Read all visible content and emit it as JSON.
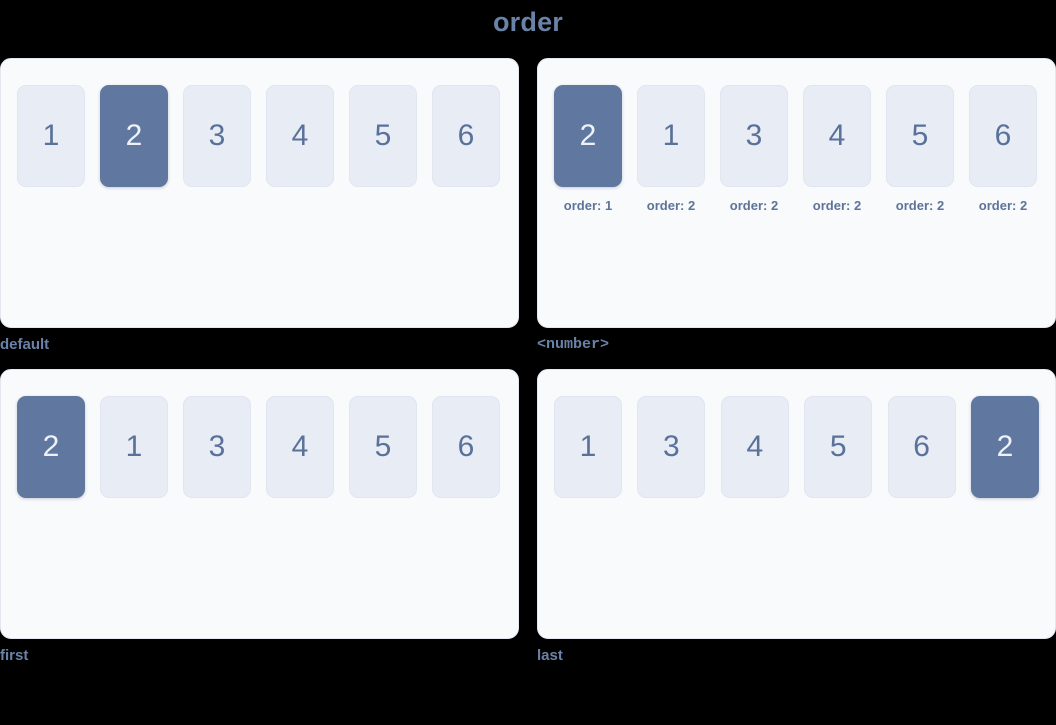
{
  "title": "order",
  "theme": {
    "page_background": "#000000",
    "panel_background": "#f9fafc",
    "item_background": "#e7ecf5",
    "item_text": "#5a7199",
    "highlight_background": "#60789f",
    "highlight_text": "#eef2f8",
    "caption_color": "#6a82a8",
    "order_label_color": "#5d7499"
  },
  "panels": [
    {
      "caption": "default",
      "caption_style": "text",
      "items": [
        {
          "label": "1",
          "highlight": false,
          "order_label": null
        },
        {
          "label": "2",
          "highlight": true,
          "order_label": null
        },
        {
          "label": "3",
          "highlight": false,
          "order_label": null
        },
        {
          "label": "4",
          "highlight": false,
          "order_label": null
        },
        {
          "label": "5",
          "highlight": false,
          "order_label": null
        },
        {
          "label": "6",
          "highlight": false,
          "order_label": null
        }
      ]
    },
    {
      "caption": "<number>",
      "caption_style": "mono",
      "items": [
        {
          "label": "2",
          "highlight": true,
          "order_label": "order: 1"
        },
        {
          "label": "1",
          "highlight": false,
          "order_label": "order: 2"
        },
        {
          "label": "3",
          "highlight": false,
          "order_label": "order: 2"
        },
        {
          "label": "4",
          "highlight": false,
          "order_label": "order: 2"
        },
        {
          "label": "5",
          "highlight": false,
          "order_label": "order: 2"
        },
        {
          "label": "6",
          "highlight": false,
          "order_label": "order: 2"
        }
      ]
    },
    {
      "caption": "first",
      "caption_style": "text",
      "items": [
        {
          "label": "2",
          "highlight": true,
          "order_label": null
        },
        {
          "label": "1",
          "highlight": false,
          "order_label": null
        },
        {
          "label": "3",
          "highlight": false,
          "order_label": null
        },
        {
          "label": "4",
          "highlight": false,
          "order_label": null
        },
        {
          "label": "5",
          "highlight": false,
          "order_label": null
        },
        {
          "label": "6",
          "highlight": false,
          "order_label": null
        }
      ]
    },
    {
      "caption": "last",
      "caption_style": "text",
      "items": [
        {
          "label": "1",
          "highlight": false,
          "order_label": null
        },
        {
          "label": "3",
          "highlight": false,
          "order_label": null
        },
        {
          "label": "4",
          "highlight": false,
          "order_label": null
        },
        {
          "label": "5",
          "highlight": false,
          "order_label": null
        },
        {
          "label": "6",
          "highlight": false,
          "order_label": null
        },
        {
          "label": "2",
          "highlight": true,
          "order_label": null
        }
      ]
    }
  ]
}
